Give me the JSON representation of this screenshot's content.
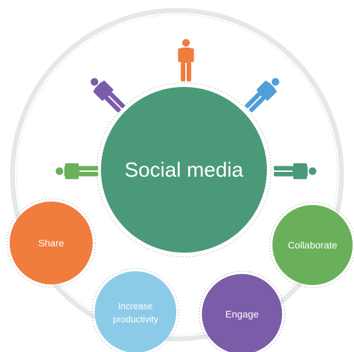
{
  "diagram": {
    "center": {
      "label": "Social media",
      "color": "#4a9a7a"
    },
    "outer_ring_color": "#e4e8e8",
    "people": [
      {
        "name": "person-top",
        "color": "#f07c3e"
      },
      {
        "name": "person-upper-left",
        "color": "#7b5ca8"
      },
      {
        "name": "person-upper-right",
        "color": "#4f9fd8"
      },
      {
        "name": "person-left",
        "color": "#6ab05a"
      },
      {
        "name": "person-right",
        "color": "#4a9a7a"
      }
    ],
    "nodes": [
      {
        "id": "share",
        "label_lines": [
          "Share"
        ],
        "color": "#f07c3e"
      },
      {
        "id": "increase-productivity",
        "label_lines": [
          "Increase",
          "productivity"
        ],
        "color": "#8ccbe8"
      },
      {
        "id": "engage",
        "label_lines": [
          "Engage"
        ],
        "color": "#7b5ca8"
      },
      {
        "id": "collaborate",
        "label_lines": [
          "Collaborate"
        ],
        "color": "#6ab05a"
      }
    ]
  }
}
